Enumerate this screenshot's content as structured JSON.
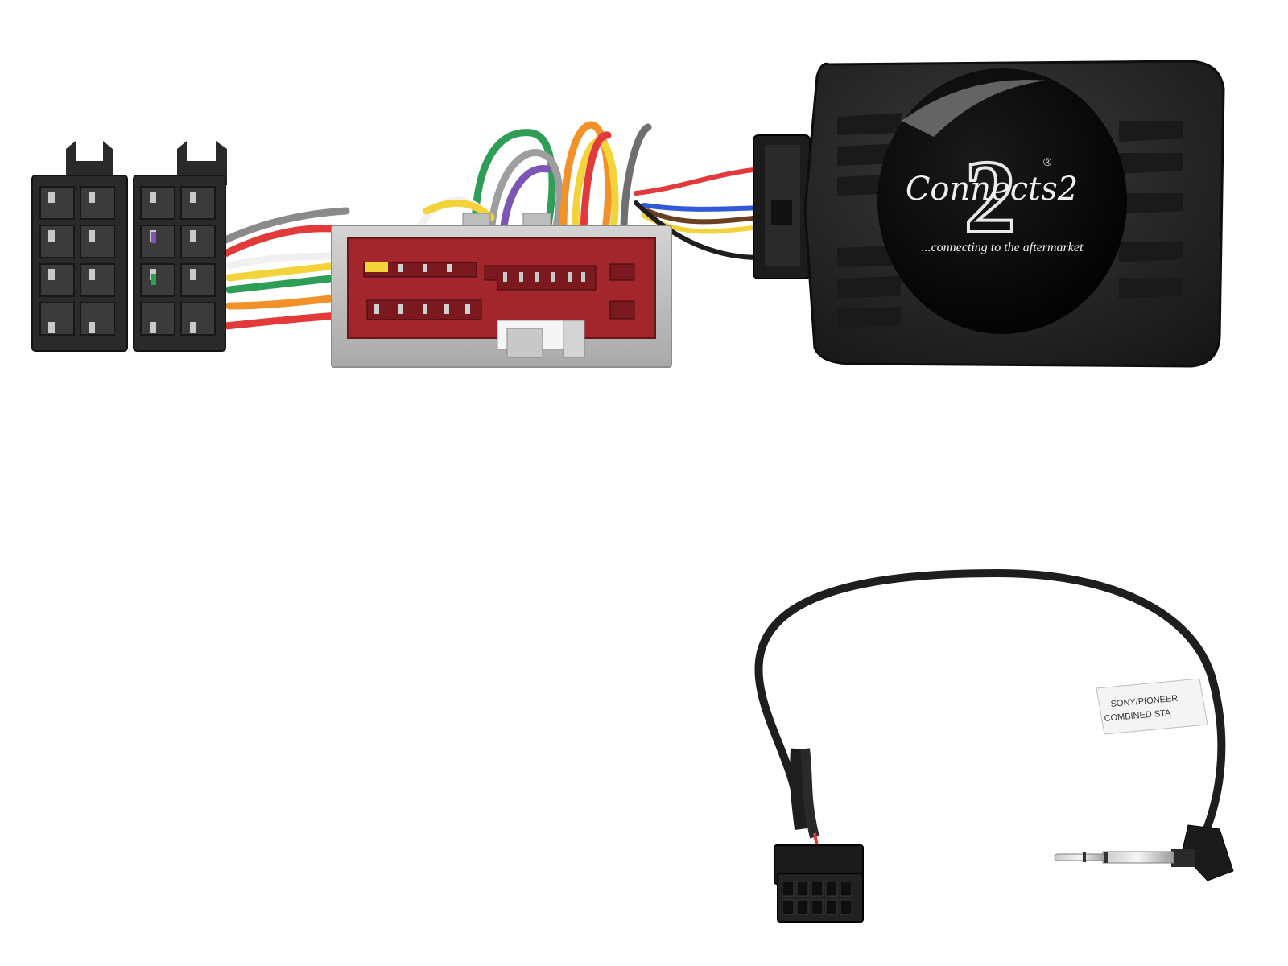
{
  "product": {
    "brand_logo_text": "Connects2",
    "brand_logo_number": "2",
    "registered_mark": "®",
    "tagline": "...connecting to the aftermarket",
    "cable_label_line1": "SONY/PIONEER",
    "cable_label_line2": "COMBINED STA"
  },
  "colors": {
    "background": "#ffffff",
    "module_body": "#2b2b2b",
    "connector_red": "#a3262c",
    "connector_grey": "#bdbdbd",
    "iso_black": "#2a2a2a",
    "cable": "#1e1e1e",
    "wire_green": "#2e9e57",
    "wire_red": "#e23a3a",
    "wire_orange": "#f29127",
    "wire_yellow": "#f2d33a",
    "wire_blue": "#2f59d8",
    "wire_brown": "#6b3f22",
    "wire_grey": "#8a8a8a",
    "wire_white": "#f0f0f0",
    "wire_violet": "#7d55b5"
  }
}
